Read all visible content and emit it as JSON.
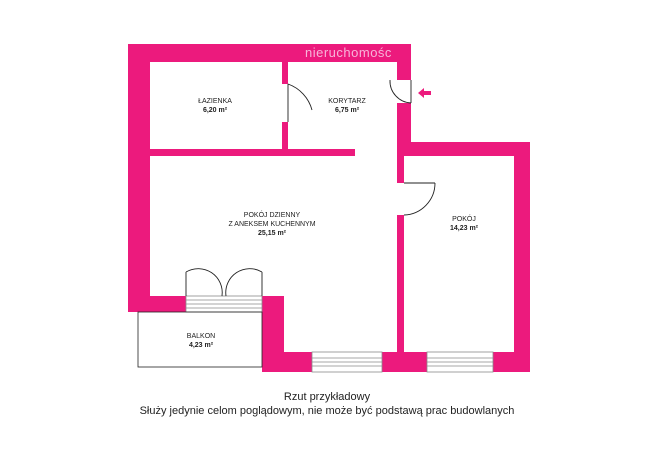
{
  "watermark": "nieruchomośc",
  "colors": {
    "wall": "#ec1a7d",
    "window": "#8a8a8a",
    "door": "#222222"
  },
  "rooms": [
    {
      "name": "ŁAZIENKA",
      "area": "6,20 m²"
    },
    {
      "name": "KORYTARZ",
      "area": "6,75 m²"
    },
    {
      "name_line1": "POKÓJ DZIENNY",
      "name_line2": "Z ANEKSEM KUCHENNYM",
      "area": "25,15 m²"
    },
    {
      "name": "POKÓJ",
      "area": "14,23 m²"
    },
    {
      "name": "BALKON",
      "area": "4,23 m²"
    }
  ],
  "entrance_icon": "entrance-arrow-icon",
  "caption": {
    "line1": "Rzut przykładowy",
    "line2": "Służy jedynie celom poglądowym, nie może być podstawą prac budowlanych"
  }
}
